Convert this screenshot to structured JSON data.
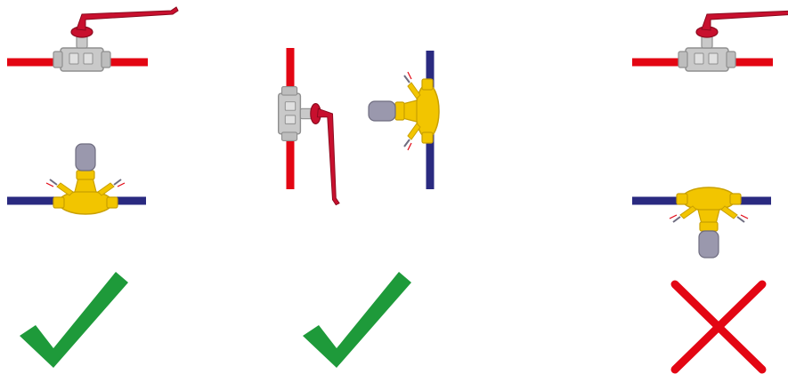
{
  "colors": {
    "hot_pipe": "#e30613",
    "cold_pipe": "#2a2a80",
    "valve_body": "#c9c9c9",
    "valve_body_dark": "#8f8f8f",
    "handle": "#c8102e",
    "brass": "#f2c500",
    "brass_dark": "#c9a000",
    "actuator": "#9a98ad",
    "check_ok": "#1e9a3a",
    "check_bad": "#e30613"
  },
  "columns": [
    {
      "id": "horizontal",
      "verdict": "correct",
      "verdict_icon": "checkmark-icon"
    },
    {
      "id": "vertical",
      "verdict": "correct",
      "verdict_icon": "checkmark-icon"
    },
    {
      "id": "inverted",
      "verdict": "incorrect",
      "verdict_icon": "cross-icon"
    }
  ]
}
